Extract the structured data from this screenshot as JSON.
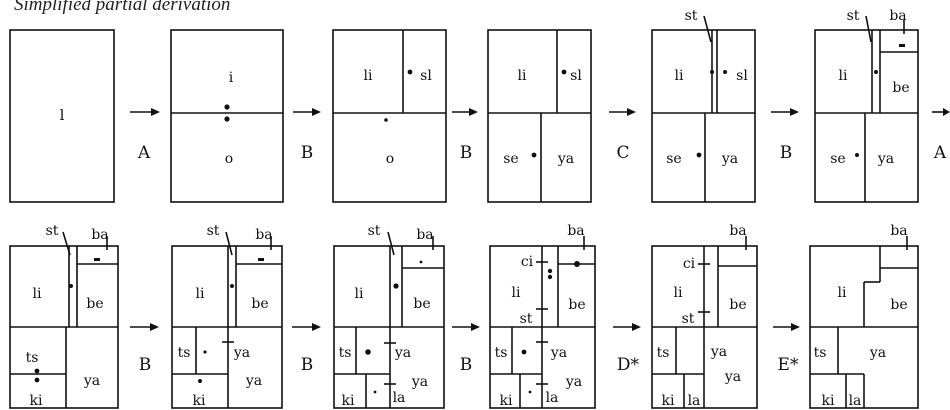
{
  "caption": "Simplified partial derivation",
  "colors": {
    "ink": "#111111",
    "background": "#ffffff"
  },
  "rows": [
    {
      "panels": [
        {
          "labels": [
            "l"
          ]
        },
        {
          "labels": [
            "i",
            "o"
          ]
        },
        {
          "labels": [
            "li",
            "sl",
            "o"
          ]
        },
        {
          "labels": [
            "li",
            "sl",
            "se",
            "ya"
          ]
        },
        {
          "labels": [
            "st",
            "li",
            "sl",
            "se",
            "ya"
          ]
        },
        {
          "labels": [
            "st",
            "ba",
            "li",
            "be",
            "se",
            "ya"
          ]
        }
      ],
      "steps": [
        "A",
        "B",
        "B",
        "C",
        "B",
        "A"
      ]
    },
    {
      "panels": [
        {
          "labels": [
            "st",
            "ba",
            "li",
            "be",
            "ts",
            "ki",
            "ya"
          ]
        },
        {
          "labels": [
            "st",
            "ba",
            "li",
            "be",
            "ts",
            "ya",
            "ki",
            "ya"
          ]
        },
        {
          "labels": [
            "st",
            "ba",
            "li",
            "be",
            "ts",
            "ya",
            "ki",
            "la",
            "ya"
          ]
        },
        {
          "labels": [
            "ba",
            "ci",
            "li",
            "st",
            "be",
            "ts",
            "ya",
            "ki",
            "la",
            "ya"
          ]
        },
        {
          "labels": [
            "ba",
            "ci",
            "li",
            "st",
            "be",
            "ts",
            "ya",
            "ki",
            "la",
            "ya"
          ]
        },
        {
          "labels": [
            "ba",
            "li",
            "be",
            "ts",
            "ya",
            "ki",
            "la"
          ]
        }
      ],
      "steps": [
        "B",
        "B",
        "B",
        "D*",
        "E*"
      ]
    }
  ]
}
